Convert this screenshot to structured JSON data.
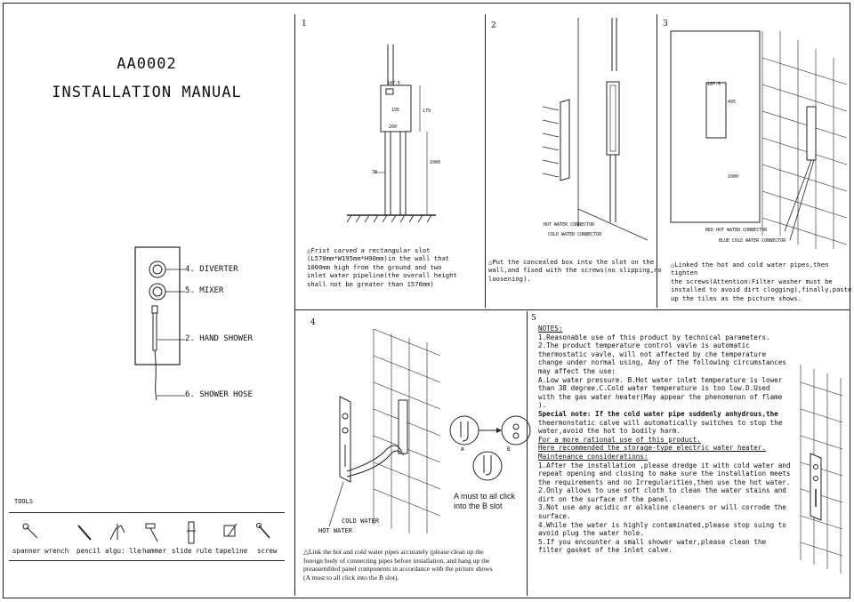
{
  "header": {
    "model": "AA0002",
    "title": "INSTALLATION MANUAL"
  },
  "panel_labels": {
    "diverter": "4. DIVERTER",
    "mixer": "5. MIXER",
    "hand_shower": "2. HAND SHOWER",
    "shower_hose": "6. SHOWER HOSE"
  },
  "tools": {
    "heading": "TOOLS",
    "items": [
      "spanner wrench",
      "pencil",
      "algu: lle",
      "hammer",
      "slide rule",
      "tapeline",
      "screw"
    ]
  },
  "steps": {
    "s1": {
      "number": "1",
      "dims": [
        "187.5",
        "195",
        "200",
        "78",
        "179",
        "1000"
      ],
      "caption": [
        "Frist carved a rectangular slot",
        "(L570mm*W195mm*H90mm)in the wall that",
        "1000mm high from the ground and two",
        "inlet water pipeline(the overall height",
        "shall not be greater than 1570mm)"
      ]
    },
    "s2": {
      "number": "2",
      "hot": "HOT WATER CONNECTOR",
      "cold": "COLD WATER CONNECTOR",
      "caption": [
        "Put the concealed box into the slot on the",
        "wall,and fixed with the screws(no slipping,no",
        "loosening)."
      ]
    },
    "s3": {
      "number": "3",
      "dims": [
        "187.5",
        "495",
        "1000"
      ],
      "red": "RED HOT WATER CONNECTOR",
      "blue": "BLUE COLD WATER CONNECTOR",
      "caption": [
        "Linked the hot and cold water pipes,then tighten",
        "the screws(Attention:Filter washer must be",
        "installed to avoid dirt clogging),finally,paste",
        "up the tiles as the picture shows."
      ]
    },
    "s4": {
      "number": "4",
      "cold": "COLD WATER",
      "hot": "HOT WATER",
      "a": "A",
      "b": "B",
      "must": [
        "A must to all click",
        "into the B slot"
      ],
      "caption": [
        "Link the hot and cold water pipes accurately (please clean up the",
        "foreign body of connecting pipes before installation, and hang up the",
        "preassembled panel components in accordance with the picture shows",
        "(A must to all click into the B slot)."
      ]
    },
    "s5": {
      "number": "5",
      "notes": [
        "NOTES:",
        "1.Reasonable use of this product by technical parameters.",
        "2.The product temperature control vavle is automatic",
        "thermostatic vavle, will not affected by che temperature",
        "change under normal using, Any of the following  circumstances",
        "may affect the use:",
        "A.Low water pressure. B.Hot water inlet temperature is lower",
        "than 38 degree.C.Cold water temperature is too low.D.Used",
        "with the gas water heater(May appear the phenomenon of flame",
        ").",
        "Special note: If the cold water pipe suddenly anhydrous,the",
        "theermonstatic calve will automatically switches to stop the",
        "water,avoid the hot to bodily harm.",
        "For a more rational use of this product.",
        "Here recommended the storage-type electric water heater.",
        "Maintenance considerations:",
        "1.After the installation ,please dredge it with cold water and",
        "repeat opening and closing to make sure the installation meets",
        "the requirements and no Irregularities,then use the hot water.",
        "2.Only allows to use soft cloth to clean the water stains and",
        "dirt on the surface of the panel.",
        "3.Not use any acidic or alkaline cleaners or will corrode the",
        "surface.",
        "4.While the water is highly contaminated,please stop suing to",
        "avoid plug the water hole.",
        "5.If you encounter a small shower water,please clean the",
        "filter gasket of the inlet calve."
      ]
    }
  }
}
